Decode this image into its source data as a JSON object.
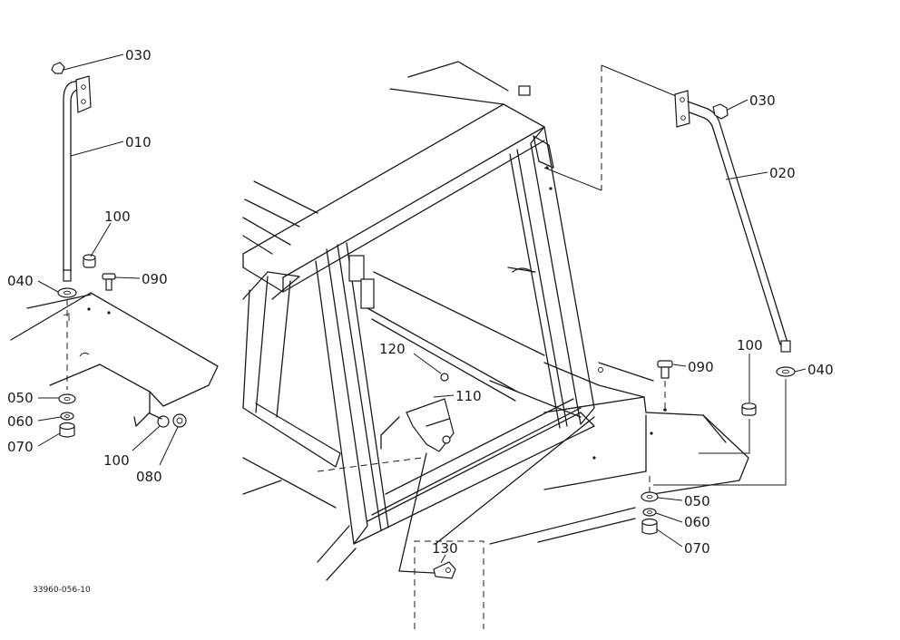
{
  "drawing_number": "33960-056-10",
  "callouts": {
    "p010": "010",
    "p020": "020",
    "p030_left": "030",
    "p030_right": "030",
    "p040_left": "040",
    "p040_right": "040",
    "p050_left": "050",
    "p050_right": "050",
    "p060_left": "060",
    "p060_right": "060",
    "p070_left": "070",
    "p070_right": "070",
    "p080": "080",
    "p090_left": "090",
    "p090_right": "090",
    "p100_left_top": "100",
    "p100_left_bottom": "100",
    "p100_right": "100",
    "p110": "110",
    "p120": "120",
    "p130": "130"
  }
}
